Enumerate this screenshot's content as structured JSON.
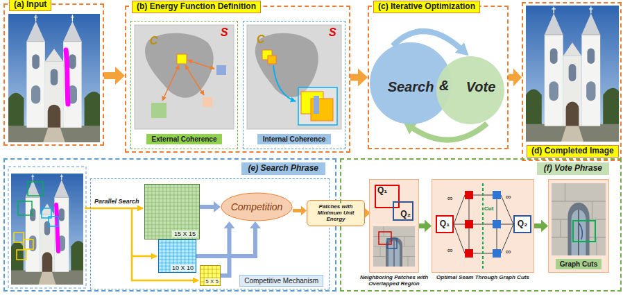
{
  "diagram": {
    "nodes": [
      {
        "text": [
          "(a) Input"
        ]
      },
      {
        "text": [
          "(b) Energy Function Definition"
        ]
      },
      {
        "text": [
          "External Coherence"
        ],
        "in": 1
      },
      {
        "text": [
          "Internal Coherence"
        ],
        "in": 1
      },
      {
        "text": [
          "(c) Iterative Optimization"
        ]
      },
      {
        "text": [
          "Search"
        ],
        "in": 4
      },
      {
        "text": [
          "Vote"
        ],
        "in": 4
      },
      {
        "text": [
          "(d) Completed Image"
        ]
      },
      {
        "text": [
          "(e) Search Phrase"
        ]
      },
      {
        "text": [
          "Competitive Mechanism"
        ],
        "in": 8
      },
      {
        "text": [
          "15 X 15"
        ],
        "in": 9
      },
      {
        "text": [
          "10 X 10"
        ],
        "in": 9
      },
      {
        "text": [
          "5 X 5"
        ],
        "in": 9
      },
      {
        "text": [
          "Competition"
        ],
        "in": 9
      },
      {
        "text": [
          "Patches with Minimum Unit Energy"
        ]
      },
      {
        "text": [
          "(f) Vote Phrase"
        ]
      },
      {
        "text": [
          "Neighboring Patches with Overlapped Region"
        ],
        "in": 15
      },
      {
        "text": [
          "Q₁"
        ],
        "in": 16
      },
      {
        "text": [
          "Q₂"
        ],
        "in": 16
      },
      {
        "text": [
          "Optimal Seam Through Graph Cuts"
        ],
        "in": 15
      },
      {
        "text": [
          "Q₁"
        ],
        "in": 19
      },
      {
        "text": [
          "Q₂"
        ],
        "in": 19
      },
      {
        "text": [
          "Graph Cuts"
        ],
        "in": 15
      }
    ],
    "edges": [
      {
        "from": 0,
        "to": 1,
        "arrow": "to"
      },
      {
        "from": 1,
        "to": 4,
        "arrow": "to"
      },
      {
        "from": 4,
        "to": 7,
        "arrow": "to"
      },
      {
        "from": 10,
        "to": 13,
        "arrow": "to"
      },
      {
        "from": 11,
        "to": 13,
        "arrow": "to"
      },
      {
        "from": 12,
        "to": 13,
        "arrow": "to"
      },
      {
        "from": 13,
        "to": 14,
        "arrow": "to"
      },
      {
        "from": 14,
        "to": 16,
        "arrow": "to"
      },
      {
        "from": 16,
        "to": 19,
        "arrow": "to"
      },
      {
        "from": 19,
        "to": 22,
        "arrow": "to"
      }
    ],
    "labels": [
      "S",
      "C",
      "S",
      "C",
      "&",
      "Parallel Search",
      "∞",
      "∞",
      "∞",
      "∞",
      "Cut"
    ]
  }
}
